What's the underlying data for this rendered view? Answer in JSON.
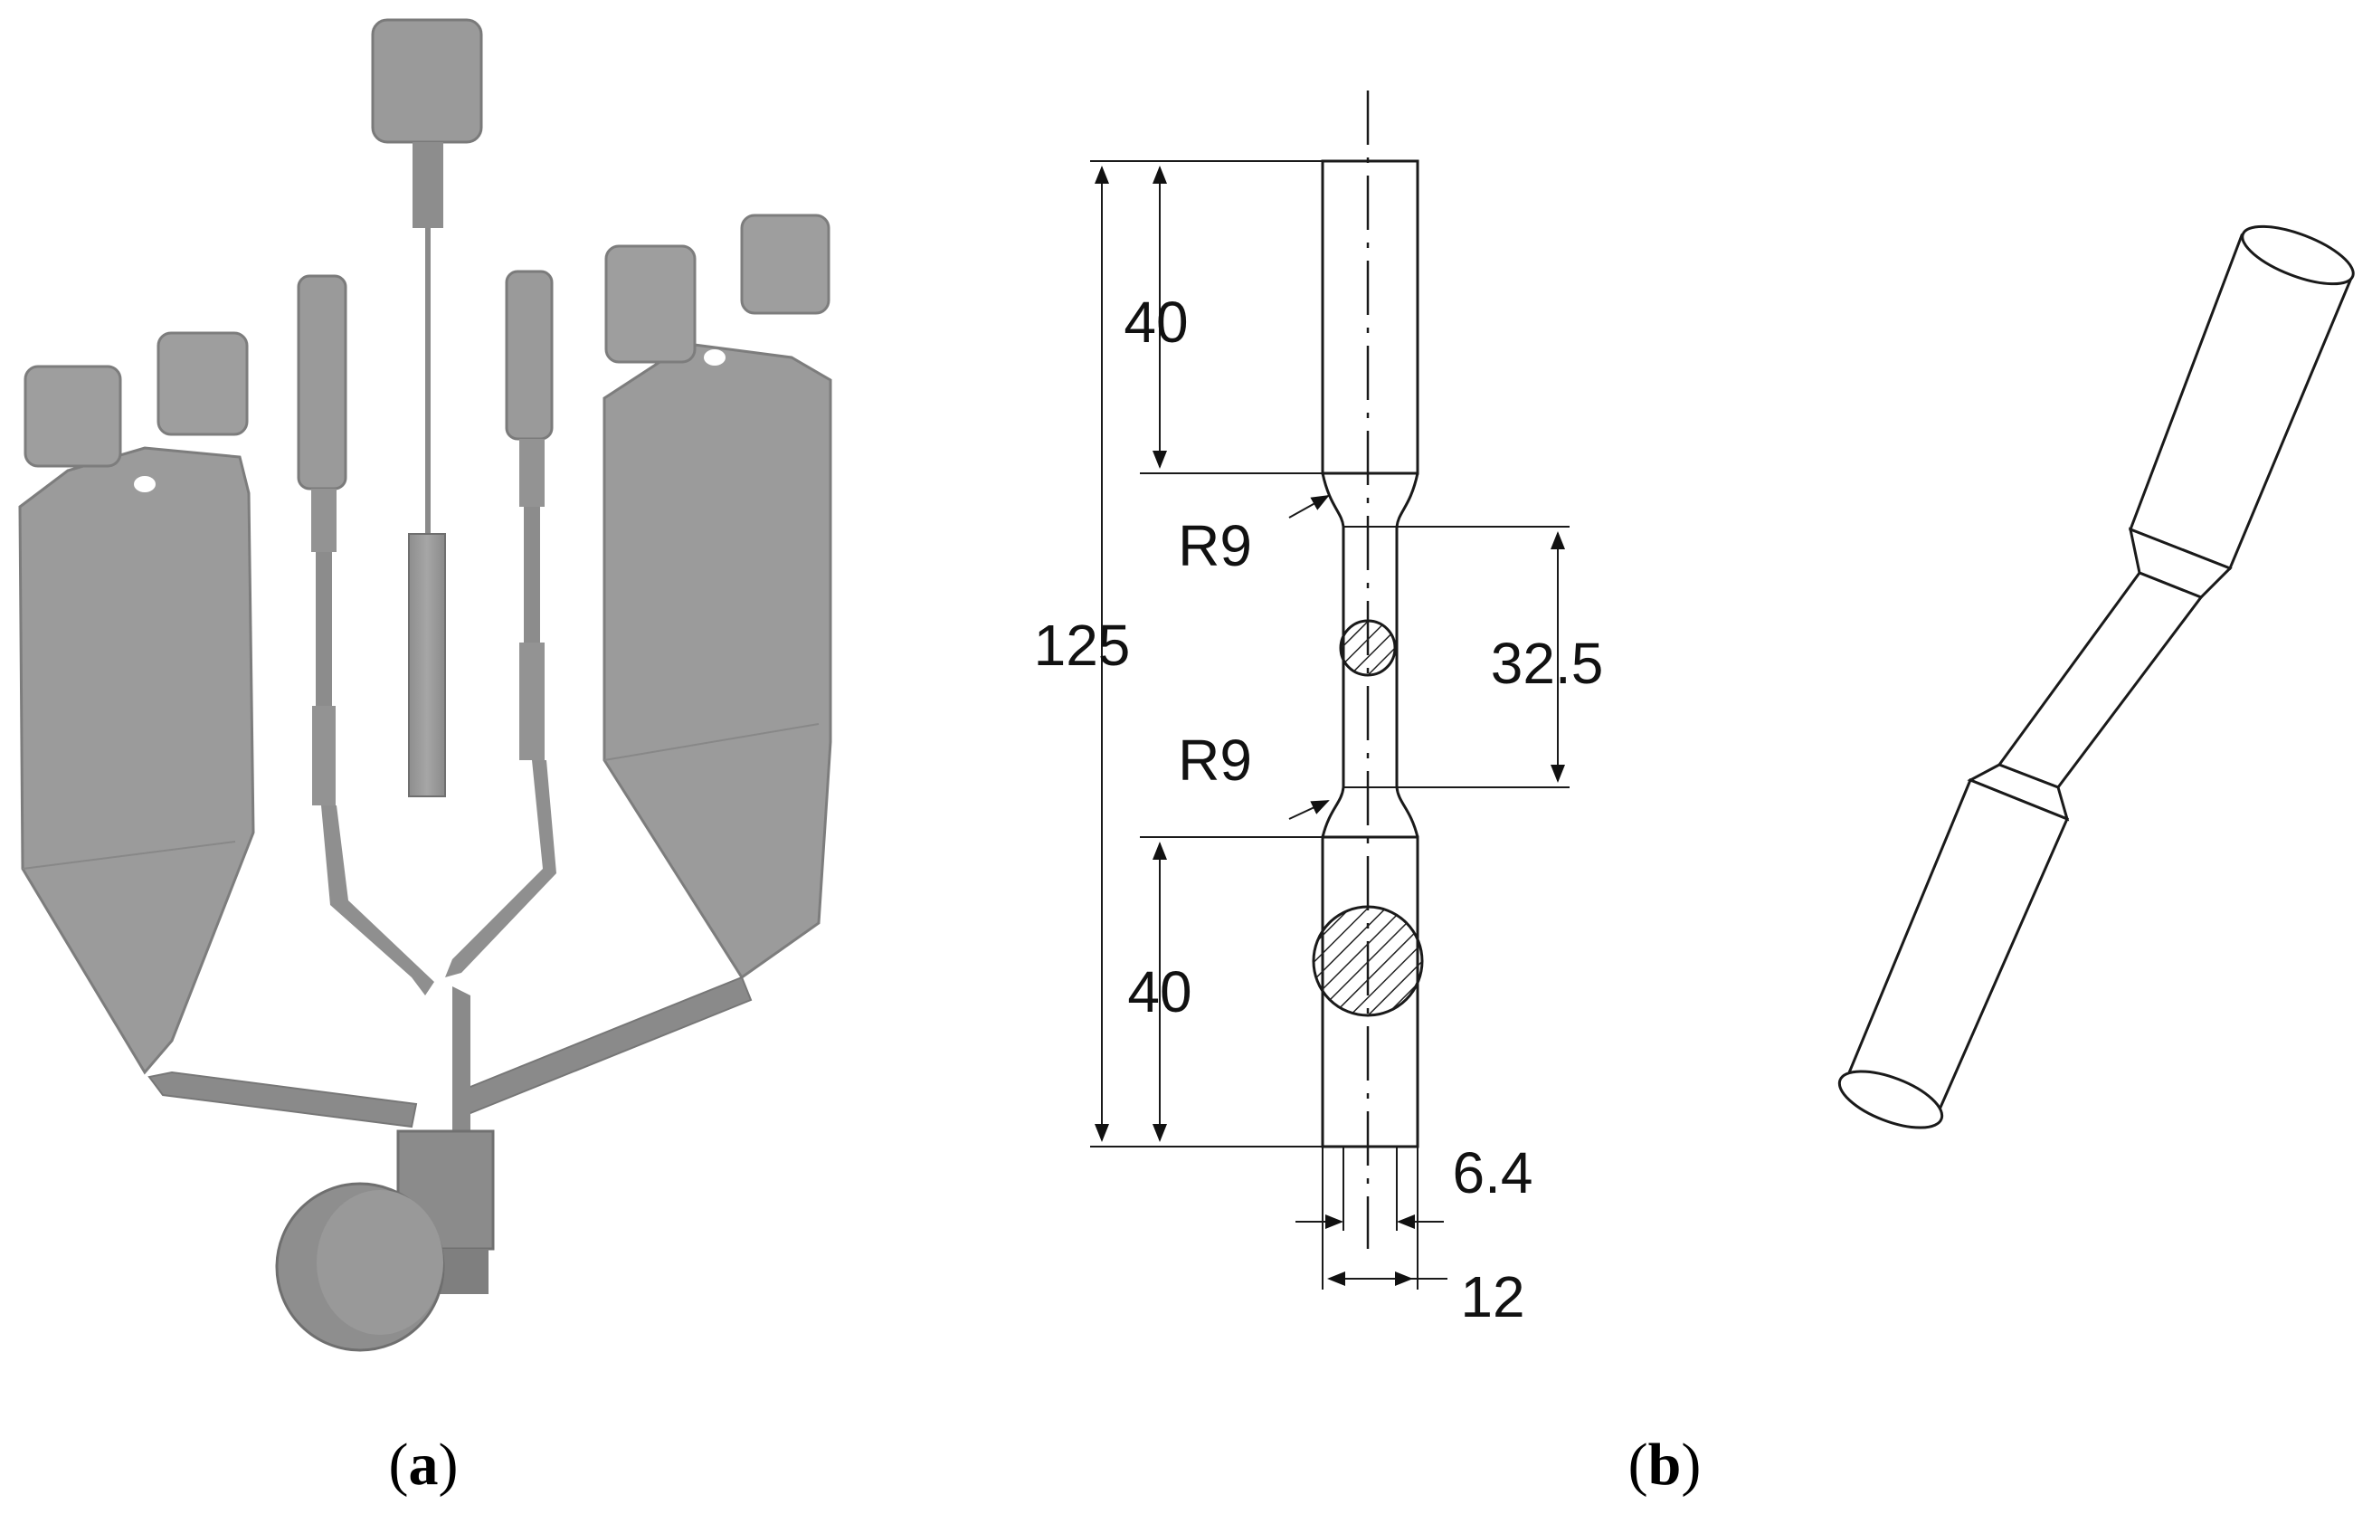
{
  "figure": {
    "panel_a": {
      "caption_letter": "a"
    },
    "panel_b": {
      "caption_letter": "b",
      "dimensions": {
        "overall_length": "125",
        "grip_length_top": "40",
        "grip_length_bottom": "40",
        "gauge_length": "32.5",
        "fillet_radius_top": "R9",
        "fillet_radius_bottom": "R9",
        "gauge_diameter": "6.4",
        "grip_diameter": "12"
      }
    }
  },
  "colors": {
    "casting_fill": "#9c9c9c",
    "casting_dark": "#7d7d7d",
    "casting_light": "#b9b9b9",
    "line": "#1a1a1a"
  }
}
